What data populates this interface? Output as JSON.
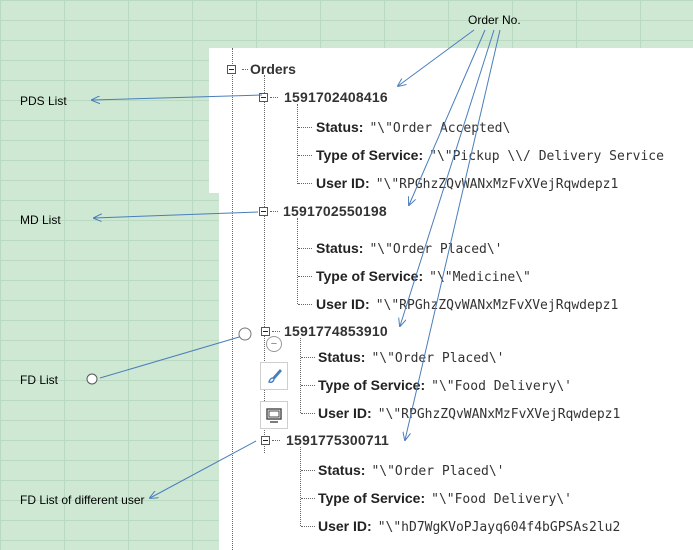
{
  "annotations": {
    "order_no": "Order No.",
    "pds_list": "PDS List",
    "md_list": "MD List",
    "fd_list": "FD List",
    "fd_list_diff_user": "FD List of different user"
  },
  "tree": {
    "root": "Orders",
    "orders": [
      {
        "id": "1591702408416",
        "fields": [
          {
            "key": "Status:",
            "value": "\"\\\"Order Accepted\\"
          },
          {
            "key": "Type of Service:",
            "value": "\"\\\"Pickup \\\\/ Delivery Service"
          },
          {
            "key": "User ID:",
            "value": "\"\\\"RPGhzZQvWANxMzFvXVejRqwdepz1"
          }
        ]
      },
      {
        "id": "1591702550198",
        "fields": [
          {
            "key": "Status:",
            "value": "\"\\\"Order Placed\\'"
          },
          {
            "key": "Type of Service:",
            "value": "\"\\\"Medicine\\\""
          },
          {
            "key": "User ID:",
            "value": "\"\\\"RPGhzZQvWANxMzFvXVejRqwdepz1"
          }
        ]
      },
      {
        "id": "1591774853910",
        "fields": [
          {
            "key": "Status:",
            "value": "\"\\\"Order Placed\\'"
          },
          {
            "key": "Type of Service:",
            "value": "\"\\\"Food Delivery\\'"
          },
          {
            "key": "User ID:",
            "value": "\"\\\"RPGhzZQvWANxMzFvXVejRqwdepz1"
          }
        ]
      },
      {
        "id": "1591775300711",
        "fields": [
          {
            "key": "Status:",
            "value": "\"\\\"Order Placed\\'"
          },
          {
            "key": "Type of Service:",
            "value": "\"\\\"Food Delivery\\'"
          },
          {
            "key": "User ID:",
            "value": "\"\\\"hD7WgKVoPJayq604f4bGPSAs2lu2"
          }
        ]
      }
    ]
  },
  "colors": {
    "arrow": "#4a7ebb",
    "sheet_green": "#cfe8d4"
  },
  "icons": [
    "minus-icon",
    "brush-icon",
    "screen-capture-icon"
  ]
}
